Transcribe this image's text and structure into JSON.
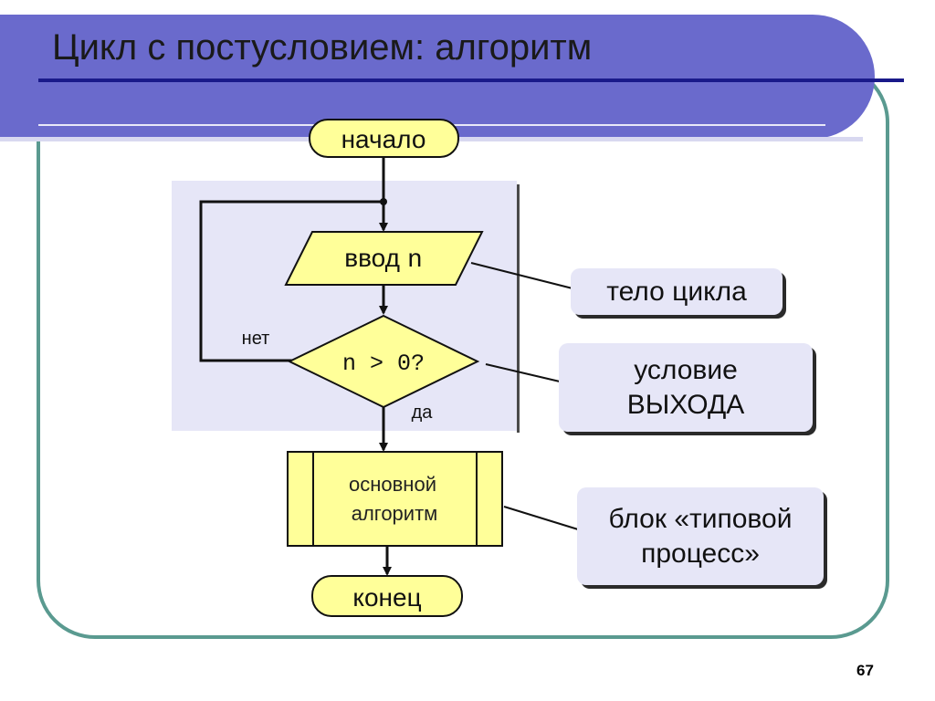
{
  "slide": {
    "title": "Цикл с постусловием: алгоритм",
    "page_number": "67"
  },
  "flowchart": {
    "start": "начало",
    "input_word": "ввод",
    "input_var": "n",
    "condition": "n > 0?",
    "branch_no": "нет",
    "branch_yes": "да",
    "process_line1": "основной",
    "process_line2": "алгоритм",
    "end": "конец"
  },
  "callouts": {
    "body": "тело цикла",
    "exit_line1": "условие",
    "exit_line2": "ВЫХОДА",
    "block_line1": "блок «типовой",
    "block_line2": "процесс»"
  },
  "colors": {
    "header_band": "#6a6acc",
    "header_line": "#1a1a8a",
    "frame": "#5a9a90",
    "loop_area": "#e6e6f7",
    "shape_fill": "#ffff99",
    "callout_fill": "#e6e6f7"
  }
}
